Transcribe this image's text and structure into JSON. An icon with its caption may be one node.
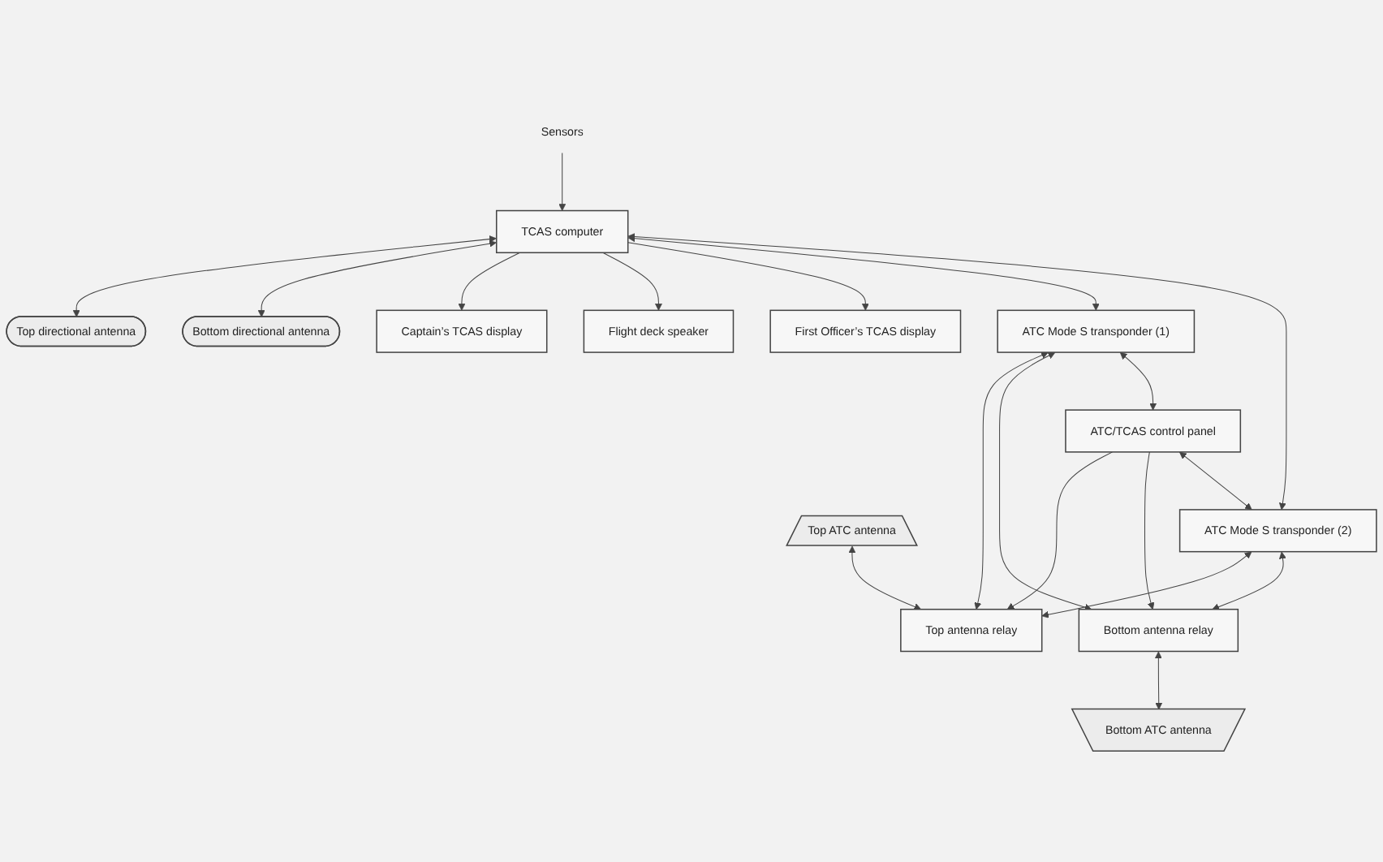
{
  "diagram": {
    "nodes": [
      {
        "text": [
          "Top directional antenna"
        ]
      },
      {
        "text": [
          "Flight deck speaker"
        ]
      },
      {
        "text": [
          "Captain’s TCAS display"
        ]
      },
      {
        "text": [
          "Top ATC antenna"
        ]
      },
      {
        "text": [
          "ATC Mode S transponder (1)"
        ]
      },
      {
        "text": [
          "Top antenna relay"
        ]
      },
      {
        "text": [
          "Sensors"
        ]
      },
      {
        "text": [
          "TCAS computer"
        ]
      },
      {
        "text": [
          "ATC/TCAS control panel"
        ]
      },
      {
        "text": [
          "First Officer’s TCAS display"
        ]
      },
      {
        "text": [
          "ATC Mode S transponder (2)"
        ]
      },
      {
        "text": [
          "Bottom antenna relay"
        ]
      },
      {
        "text": [
          "Bottom directional antenna"
        ]
      },
      {
        "text": [
          "Bottom ATC antenna"
        ]
      }
    ],
    "edges": [
      {
        "from": 7,
        "to": 0,
        "arrow": "both"
      },
      {
        "from": 6,
        "to": 7,
        "arrow": "to"
      },
      {
        "from": 7,
        "to": 12,
        "arrow": "both"
      },
      {
        "from": 7,
        "to": 2,
        "arrow": "to"
      },
      {
        "from": 7,
        "to": 1,
        "arrow": "to"
      },
      {
        "from": 7,
        "to": 9,
        "arrow": "to"
      },
      {
        "from": 7,
        "to": 4,
        "arrow": "both"
      },
      {
        "from": 7,
        "to": 10,
        "arrow": "both"
      },
      {
        "from": 4,
        "to": 5,
        "arrow": "both"
      },
      {
        "from": 4,
        "to": 11,
        "arrow": "both"
      },
      {
        "from": 10,
        "to": 5,
        "arrow": "both"
      },
      {
        "from": 8,
        "to": 5,
        "arrow": "to"
      },
      {
        "from": 8,
        "to": 11,
        "arrow": "to"
      },
      {
        "from": 10,
        "to": 11,
        "arrow": "both"
      },
      {
        "from": 4,
        "to": 8,
        "arrow": "both"
      },
      {
        "from": 8,
        "to": 10,
        "arrow": "both"
      },
      {
        "from": 3,
        "to": 5,
        "arrow": "both"
      },
      {
        "from": 11,
        "to": 13,
        "arrow": "both"
      }
    ]
  }
}
